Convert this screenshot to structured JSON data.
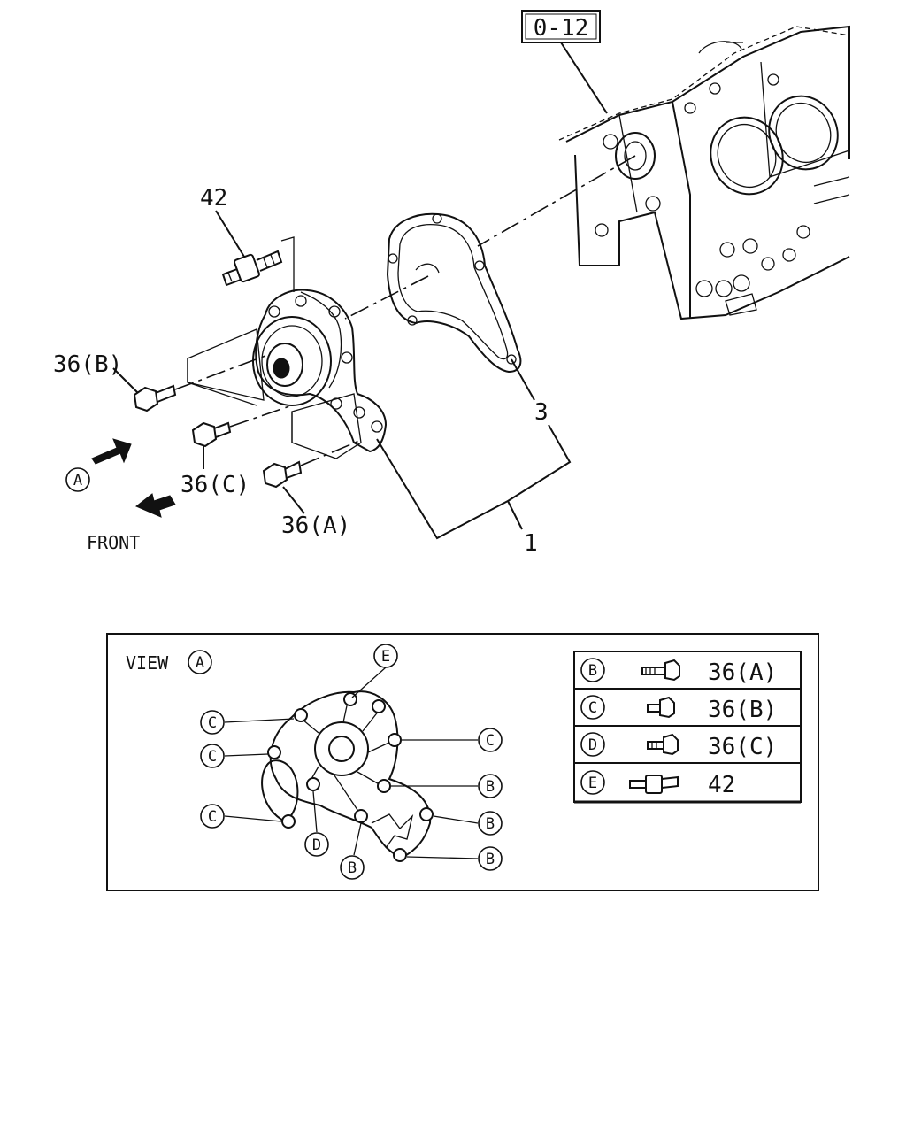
{
  "ref_box": "0-12",
  "callouts": {
    "c42": "42",
    "c36b": "36(B)",
    "c36c": "36(C)",
    "c36a": "36(A)",
    "c3": "3",
    "c1": "1"
  },
  "view_marker": "A",
  "front_label": "FRONT",
  "view_title": "VIEW",
  "view_marker_letter": "A",
  "detail_labels": {
    "e_top": "E",
    "c1": "C",
    "c2": "C",
    "c3": "C",
    "c_right": "C",
    "b1": "B",
    "b2": "B",
    "b3": "B",
    "b4": "B",
    "d1": "D"
  },
  "legend": [
    {
      "letter": "B",
      "part": "36(A)"
    },
    {
      "letter": "C",
      "part": "36(B)"
    },
    {
      "letter": "D",
      "part": "36(C)"
    },
    {
      "letter": "E",
      "part": "42"
    }
  ]
}
